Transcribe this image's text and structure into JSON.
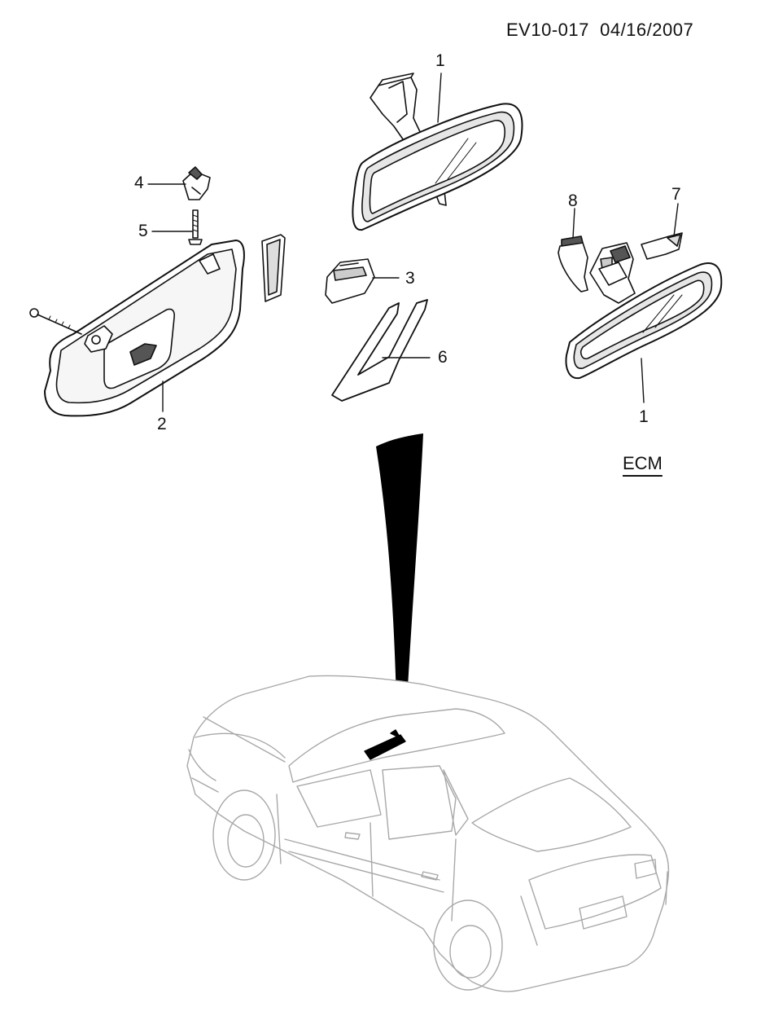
{
  "document": {
    "id": "EV10-017",
    "date": "04/16/2007"
  },
  "variant_label": "ECM",
  "callouts": [
    {
      "key": "rearview-mirror-top",
      "label": "1"
    },
    {
      "key": "sun-visor",
      "label": "2"
    },
    {
      "key": "mirror-cover",
      "label": "3"
    },
    {
      "key": "visor-holder",
      "label": "4"
    },
    {
      "key": "screw",
      "label": "5"
    },
    {
      "key": "cover-strip",
      "label": "6"
    },
    {
      "key": "ecm-cover-right",
      "label": "7"
    },
    {
      "key": "ecm-cover-left",
      "label": "8"
    },
    {
      "key": "rearview-mirror-ecm",
      "label": "1"
    }
  ]
}
